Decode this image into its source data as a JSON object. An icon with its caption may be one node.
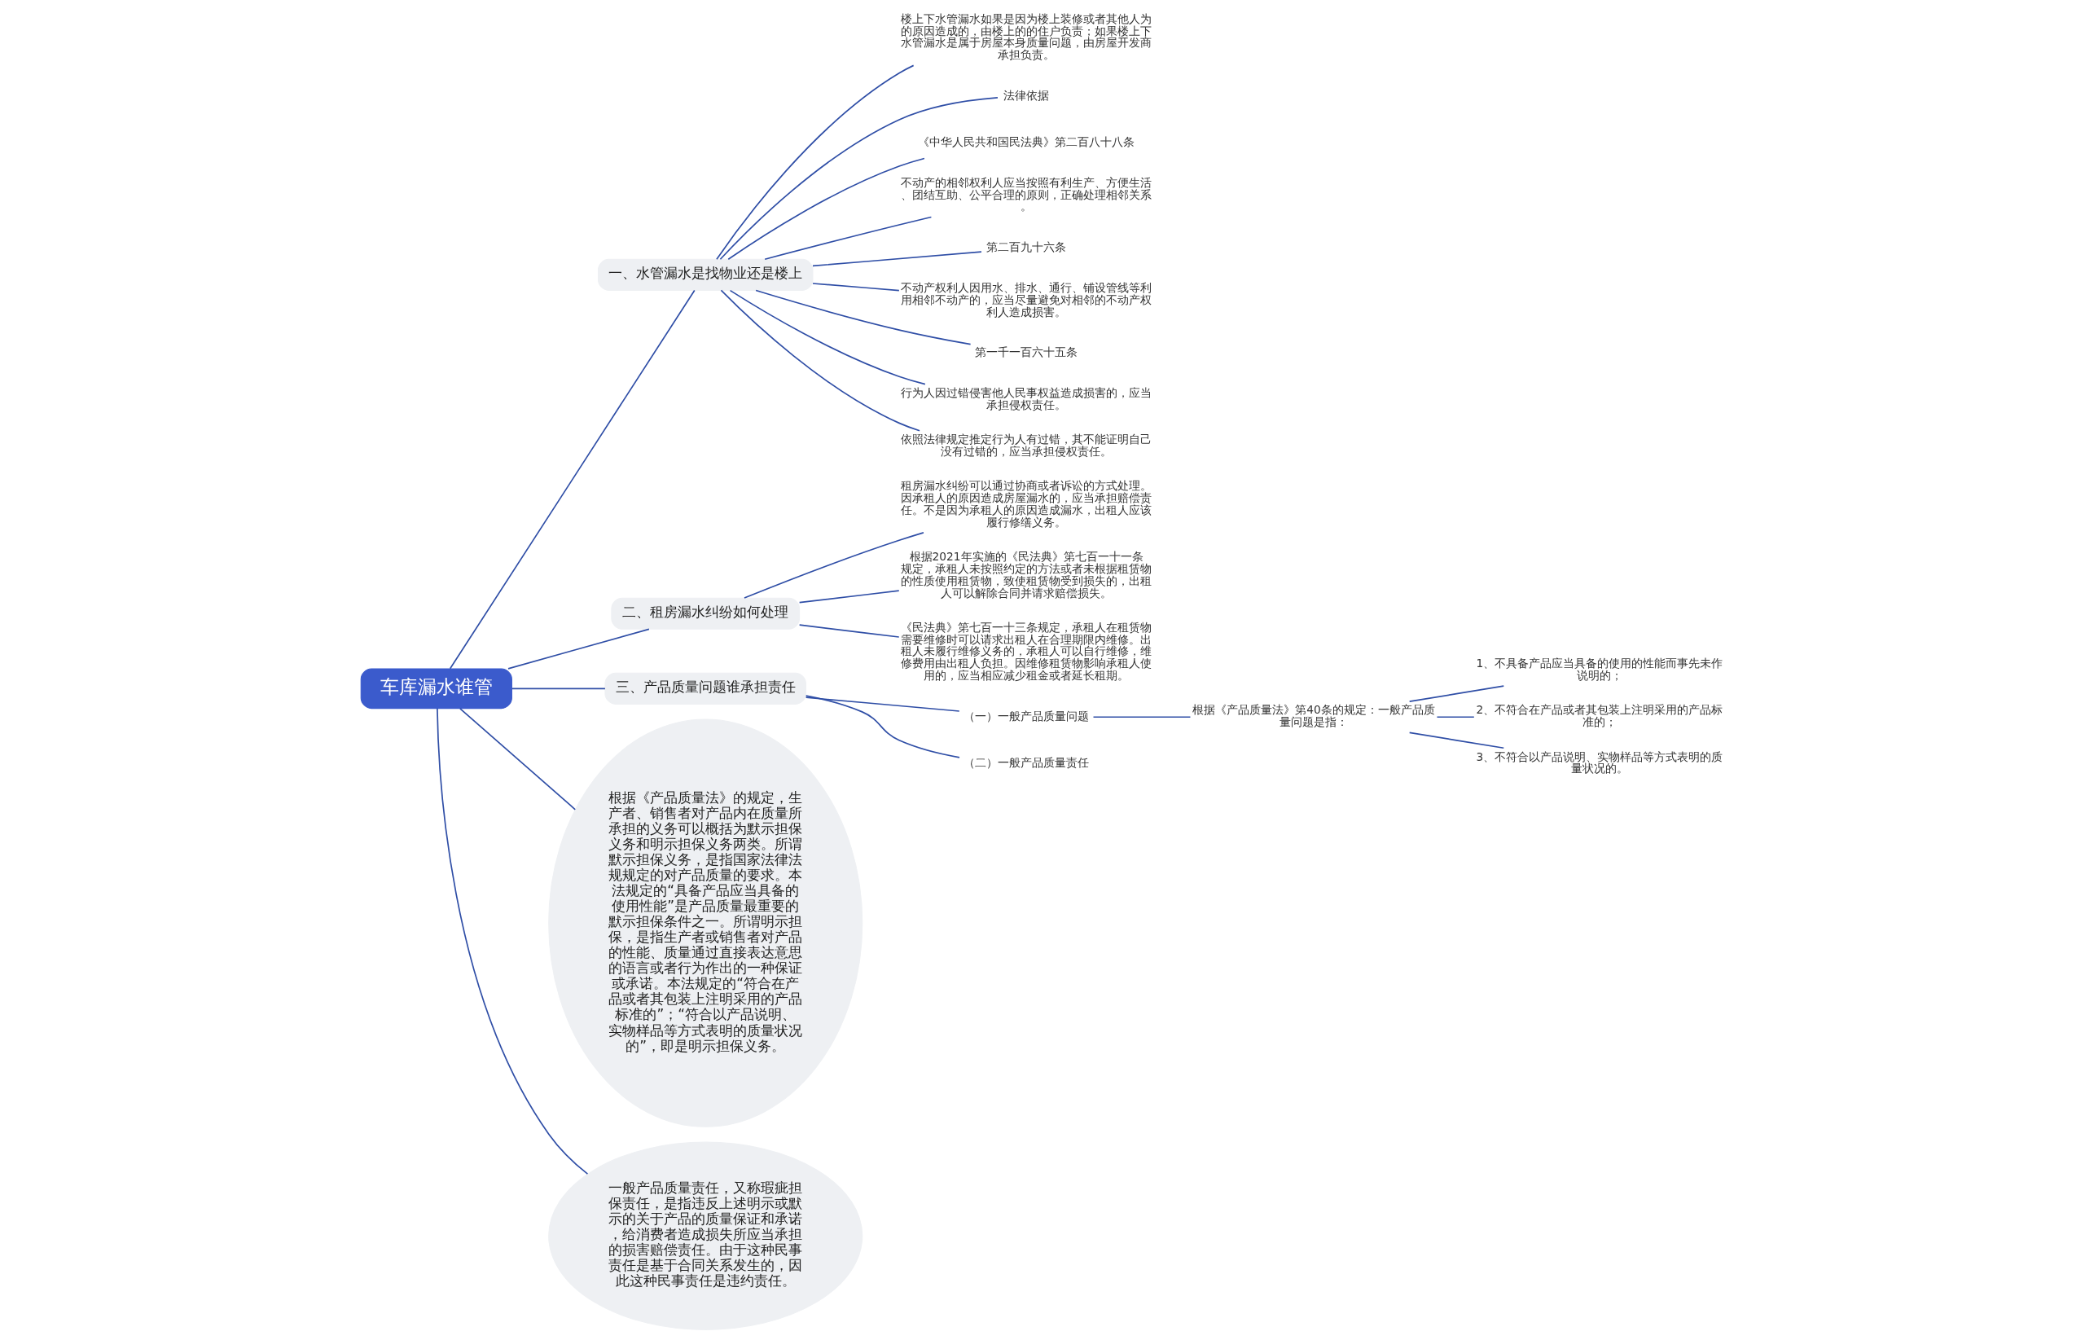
{
  "diagram": {
    "nodes": [
      {
        "text": [
          "车库漏水谁管"
        ]
      },
      {
        "text": [
          "一、水管漏水是找物业还是楼上"
        ]
      },
      {
        "text": [
          "楼上下水管漏水如果是因为楼上装修或者其他人为的原因造成的，由楼上的的住户负责；如果楼上下水管漏水是属于房屋本身质量问题，由房屋开发商承担负责。"
        ]
      },
      {
        "text": [
          "法律依据"
        ]
      },
      {
        "text": [
          "《中华人民共和国民法典》第二百八十八条"
        ]
      },
      {
        "text": [
          "不动产的相邻权利人应当按照有利生产、方便生活、团结互助、公平合理的原则，正确处理相邻关系。"
        ]
      },
      {
        "text": [
          "第二百九十六条"
        ]
      },
      {
        "text": [
          "不动产权利人因用水、排水、通行、铺设管线等利用相邻不动产的，应当尽量避免对相邻的不动产权利人造成损害。"
        ]
      },
      {
        "text": [
          "第一千一百六十五条"
        ]
      },
      {
        "text": [
          "行为人因过错侵害他人民事权益造成损害的，应当承担侵权责任。"
        ]
      },
      {
        "text": [
          "依照法律规定推定行为人有过错，其不能证明自己没有过错的，应当承担侵权责任。"
        ]
      },
      {
        "text": [
          "二、租房漏水纠纷如何处理"
        ]
      },
      {
        "text": [
          "租房漏水纠纷可以通过协商或者诉讼的方式处理。因承租人的原因造成房屋漏水的，应当承担赔偿责任。不是因为承租人的原因造成漏水，出租人应该履行修缮义务。"
        ]
      },
      {
        "text": [
          "根据2021年实施的《民法典》第七百一十一条规定，承租人未按照约定的方法或者未根据租赁物的性质使用租赁物，致使租赁物受到损失的，出租人可以解除合同并请求赔偿损失。"
        ]
      },
      {
        "text": [
          "《民法典》第七百一十三条规定，承租人在租赁物需要维修时可以请求出租人在合理期限内维修。出租人未履行维修义务的，承租人可以自行维修，维修费用由出租人负担。因维修租赁物影响承租人使用的，应当相应减少租金或者延长租期。"
        ]
      },
      {
        "text": [
          "三、产品质量问题谁承担责任"
        ]
      },
      {
        "text": [
          "（一）一般产品质量问题"
        ]
      },
      {
        "text": [
          "根据《产品质量法》第40条的规定：一般产品质量问题是指："
        ]
      },
      {
        "text": [
          "1、不具备产品应当具备的使用的性能而事先未作说明的；"
        ]
      },
      {
        "text": [
          "2、不符合在产品或者其包装上注明采用的产品标准的；"
        ]
      },
      {
        "text": [
          "3、不符合以产品说明、实物样品等方式表明的质量状况的。"
        ]
      },
      {
        "text": [
          "（二）一般产品质量责任"
        ]
      },
      {
        "text": [
          "根据《产品质量法》的规定，生产者、销售者对产品内在质量所承担的义务可以概括为默示担保义务和明示担保义务两类。所谓默示担保义务，是指国家法律法规规定的对产品质量的要求。本法规定的“具备产品应当具备的使用性能”是产品质量最重要的默示担保条件之一。所谓明示担保，是指生产者或销售者对产品的性能、质量通过直接表达意思的语言或者行为作出的一种保证或承诺。本法规定的“符合在产品或者其包装上注明采用的产品标准的”；“符合以产品说明、实物样品等方式表明的质量状况的”，即是明示担保义务。"
        ]
      },
      {
        "text": [
          "一般产品质量责任，又称瑕疵担保责任，是指违反上述明示或默示的关于产品的质量保证和承诺，给消费者造成损失所应当承担的损害赔偿责任。由于这种民事责任是基于合同关系发生的，因此这种民事责任是违约责任。"
        ]
      }
    ],
    "edges": [
      {
        "from": 0,
        "to": 1,
        "arrow": "none"
      },
      {
        "from": 1,
        "to": 2,
        "arrow": "none"
      },
      {
        "from": 1,
        "to": 3,
        "arrow": "none"
      },
      {
        "from": 1,
        "to": 4,
        "arrow": "none"
      },
      {
        "from": 1,
        "to": 5,
        "arrow": "none"
      },
      {
        "from": 1,
        "to": 6,
        "arrow": "none"
      },
      {
        "from": 1,
        "to": 7,
        "arrow": "none"
      },
      {
        "from": 1,
        "to": 8,
        "arrow": "none"
      },
      {
        "from": 1,
        "to": 9,
        "arrow": "none"
      },
      {
        "from": 1,
        "to": 10,
        "arrow": "none"
      },
      {
        "from": 0,
        "to": 11,
        "arrow": "none"
      },
      {
        "from": 11,
        "to": 12,
        "arrow": "none"
      },
      {
        "from": 11,
        "to": 13,
        "arrow": "none"
      },
      {
        "from": 11,
        "to": 14,
        "arrow": "none"
      },
      {
        "from": 0,
        "to": 15,
        "arrow": "none"
      },
      {
        "from": 15,
        "to": 16,
        "arrow": "none"
      },
      {
        "from": 16,
        "to": 17,
        "arrow": "none"
      },
      {
        "from": 17,
        "to": 18,
        "arrow": "none"
      },
      {
        "from": 17,
        "to": 19,
        "arrow": "none"
      },
      {
        "from": 17,
        "to": 20,
        "arrow": "none"
      },
      {
        "from": 15,
        "to": 21,
        "arrow": "none"
      },
      {
        "from": 0,
        "to": 22,
        "arrow": "none"
      },
      {
        "from": 0,
        "to": 23,
        "arrow": "none"
      }
    ]
  }
}
